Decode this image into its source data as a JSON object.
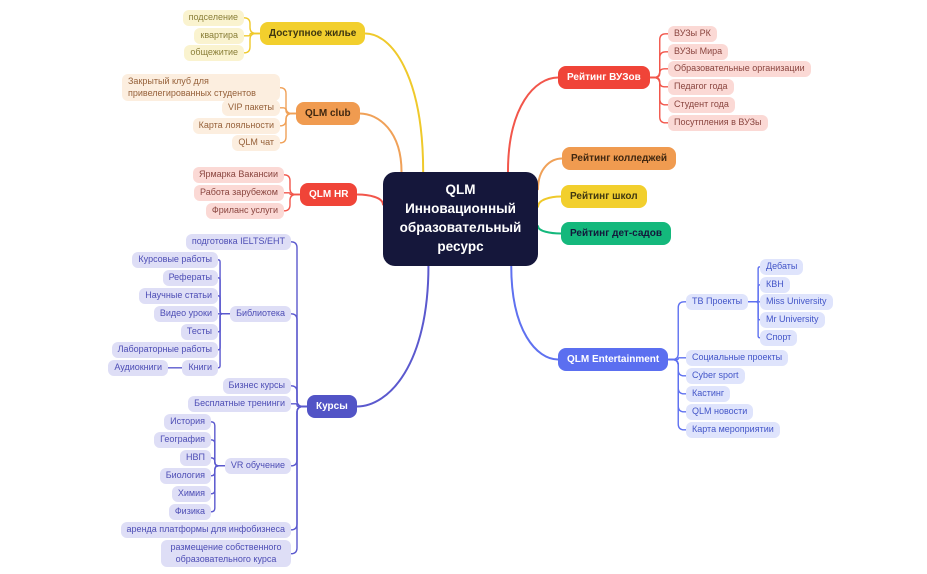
{
  "title": "QLM Инновационный образовательный ресурс — mind map",
  "colors": {
    "y": "#EFC92B",
    "o": "#F0A158",
    "r": "#F2564B",
    "g": "#14B87C",
    "b": "#5F71F0",
    "i": "#5B59CE",
    "center_bg": "#15173B",
    "yellow_node": "#F2CF2D",
    "orange_node": "#F09B50",
    "red_node": "#F04438",
    "green_node": "#14B87C",
    "blue_node": "#5B6FF0",
    "indigo_node": "#5254C6"
  },
  "nodes": {
    "center": "QLM\nИнновационный\nобразовательный\nресурс",
    "dostupnoe": "Доступное жилье",
    "podselenie": "подселение",
    "kvartira": "квартира",
    "obshezhitie": "общежитие",
    "qlm_club": "QLM club",
    "zakryty_klub": "Закрытый клуб для привелегированных студентов",
    "vip_pakety": "VIP пакеты",
    "karta_loyalnosti": "Карта лояльности",
    "qlm_chat": "QLM чат",
    "qlm_hr": "QLM HR",
    "yarmarka": "Ярмарка Вакансии",
    "rabota_zarubezhom": "Работа зарубежом",
    "frilans": "Фриланс услуги",
    "reyting_vuzov": "Рейтинг ВУЗов",
    "vuzy_rk": "ВУЗы РК",
    "vuzy_mira": "ВУЗы Мира",
    "obraz_org": "Образовательные организации",
    "pedagog_goda": "Педагог года",
    "student_goda": "Студент года",
    "postupleniya": "Посутпления в ВУЗы",
    "reyting_kolledzhey": "Рейтинг колледжей",
    "reyting_shkol": "Рейтинг школ",
    "reyting_detsadov": "Рейтинг дет-садов",
    "qlm_ent": "QLM Entertainment",
    "tv_proekty": "ТВ Проекты",
    "debaty": "Дебаты",
    "kvn": "КВН",
    "miss_university": "Miss University",
    "mr_university": "Mr University",
    "sport": "Спорт",
    "social_proekty": "Социальные проекты",
    "cyber_sport": "Cyber sport",
    "kasting": "Кастинг",
    "qlm_novosti": "QLM новости",
    "karta_meropriyatiy": "Карта мероприятии",
    "kursy": "Курсы",
    "podgotovka": "подготовка IELTS/ЕНТ",
    "biblioteka": "Библиотека",
    "kursovye": "Курсовые работы",
    "referaty": "Рефераты",
    "nauchnye": "Научные статьи",
    "video_uroki": "Видео уроки",
    "testy": "Тесты",
    "laboratornye": "Лабораторные работы",
    "knigi": "Книги",
    "audioknigi": "Аудиокниги",
    "biznes_kursy": "Бизнес курсы",
    "besplatnye": "Бесплатные тренинги",
    "vr_obuchenie": "VR обучение",
    "istoriya": "История",
    "geografiya": "География",
    "nvp": "НВП",
    "biologiya": "Биология",
    "khimiya": "Химия",
    "fizika": "Физика",
    "arenda": "аренда платформы для инфобизнеса",
    "razmeshenie": "размещение собственного образовательного курса"
  }
}
